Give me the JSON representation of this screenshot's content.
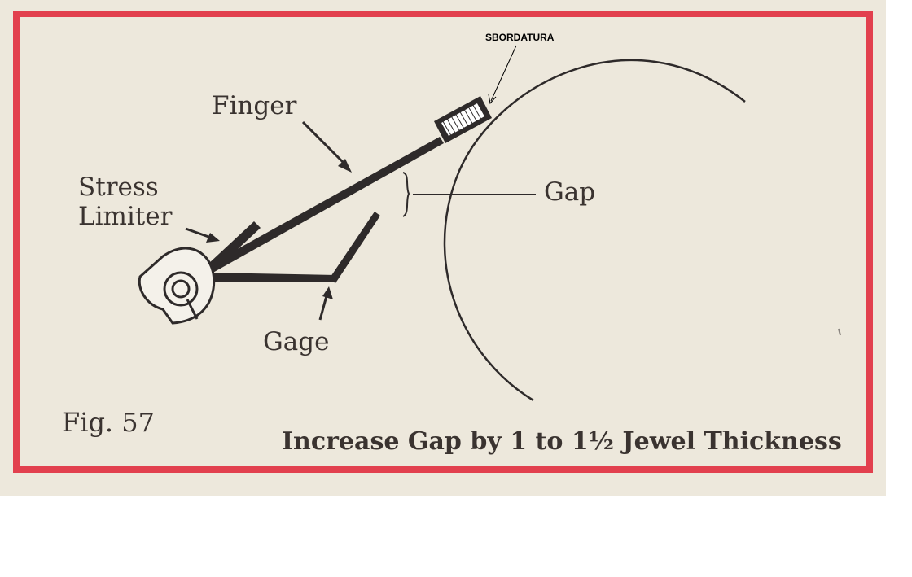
{
  "figure": {
    "number_label": "Fig. 57",
    "caption": "Increase Gap by 1 to 1½ Jewel Thickness",
    "labels": {
      "finger": "Finger",
      "stress_limiter_line1": "Stress",
      "stress_limiter_line2": "Limiter",
      "gage": "Gage",
      "gap": "Gap"
    },
    "annotation": "SBORDATURA"
  },
  "colors": {
    "frame": "#e2404e",
    "paper": "#ede8dc",
    "ink": "#2e2a2a",
    "text": "#3a3330"
  },
  "icons": [
    "pivot-nut-icon",
    "jewel-block-icon",
    "brace-icon"
  ]
}
